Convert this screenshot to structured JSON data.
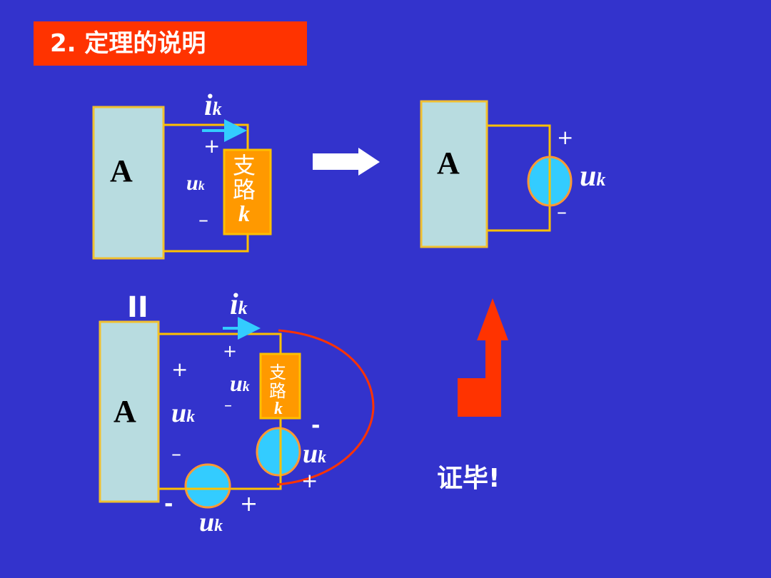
{
  "slide": {
    "title": "2. 定理的说明",
    "conclusion": "证毕!"
  },
  "labels": {
    "block": "A",
    "current": "i",
    "current_sub": "k",
    "voltage": "u",
    "voltage_sub": "k",
    "branch_char1": "支",
    "branch_char2": "路",
    "branch_k": "k",
    "plus": "+",
    "minus": "–",
    "dash": "-",
    "equals": "II"
  },
  "colors": {
    "background": "#3333cc",
    "title_bar": "#ff3300",
    "block_fill": "#b8dce0",
    "block_border": "#f0c030",
    "wire": "#ffc000",
    "branch_fill": "#ff9900",
    "source_fill": "#33ccff",
    "source_border": "#ff9933",
    "current_arrow": "#33ccff",
    "red_arrow": "#ff3300",
    "red_curve": "#ff3300"
  }
}
